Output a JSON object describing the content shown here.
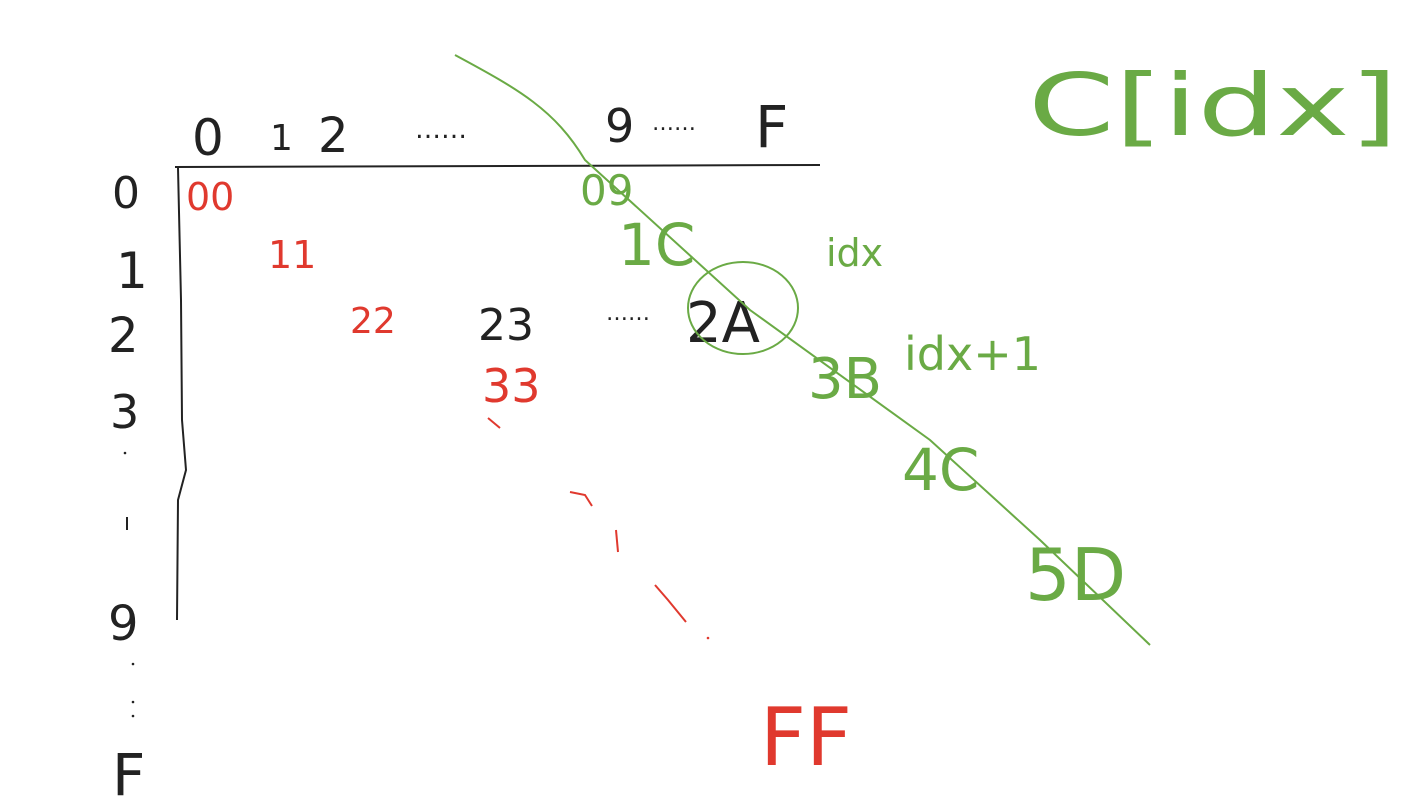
{
  "colors": {
    "ink": "#222222",
    "diagonal": "#e0392e",
    "highlight": "#6aaa45"
  },
  "column_header": {
    "labels": [
      "0",
      "1",
      "2",
      "9",
      "F"
    ],
    "ellipsis": "……"
  },
  "row_header": {
    "labels": [
      "0",
      "1",
      "2",
      "3",
      "9",
      "F"
    ]
  },
  "diagonal_cells": [
    "00",
    "11",
    "22",
    "33",
    "FF"
  ],
  "row2_cells": {
    "first": "23",
    "last": "2A",
    "ellipsis": "……"
  },
  "green_cells": [
    "09",
    "1C",
    "3B",
    "4C",
    "5D"
  ],
  "index_labels": {
    "idx": "idx",
    "idx_plus_one": "idx+1"
  },
  "array_expression": "C[idx]"
}
